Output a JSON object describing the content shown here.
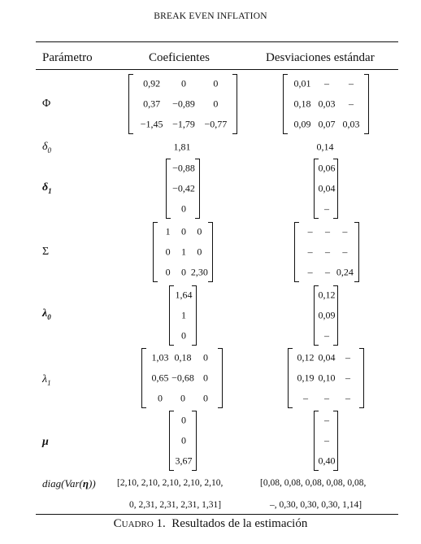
{
  "header": "BREAK EVEN INFLATION",
  "columns": {
    "param": "Parámetro",
    "coef": "Coeficientes",
    "sd": "Desviaciones estándar"
  },
  "params": {
    "phi": "Φ",
    "delta0": {
      "base": "δ",
      "sub": "0"
    },
    "delta1": {
      "base": "δ",
      "sub": "1"
    },
    "sigma": "Σ",
    "lambda0": {
      "base": "λ",
      "sub": "0"
    },
    "lambda1": {
      "base": "λ",
      "sub": "1"
    },
    "mu": "μ",
    "diag": {
      "pre": "diag(",
      "mid": "Var(",
      "sym": "η",
      "post": "))"
    }
  },
  "rows": {
    "phi": {
      "coef": [
        [
          "0,92",
          "0",
          "0"
        ],
        [
          "0,37",
          "−0,89",
          "0"
        ],
        [
          "−1,45",
          "−1,79",
          "−0,77"
        ]
      ],
      "sd": [
        [
          "0,01",
          "–",
          "–"
        ],
        [
          "0,18",
          "0,03",
          "–"
        ],
        [
          "0,09",
          "0,07",
          "0,03"
        ]
      ]
    },
    "delta0": {
      "coef": "1,81",
      "sd": "0,14"
    },
    "delta1": {
      "coef": [
        [
          "−0,88"
        ],
        [
          "−0,42"
        ],
        [
          "0"
        ]
      ],
      "sd": [
        [
          "0,06"
        ],
        [
          "0,04"
        ],
        [
          "–"
        ]
      ]
    },
    "sigma": {
      "coef": [
        [
          "1",
          "0",
          "0"
        ],
        [
          "0",
          "1",
          "0"
        ],
        [
          "0",
          "0",
          "2,30"
        ]
      ],
      "sd": [
        [
          "–",
          "–",
          "–"
        ],
        [
          "–",
          "–",
          "–"
        ],
        [
          "–",
          "–",
          "0,24"
        ]
      ]
    },
    "lambda0": {
      "coef": [
        [
          "1,64"
        ],
        [
          "1"
        ],
        [
          "0"
        ]
      ],
      "sd": [
        [
          "0,12"
        ],
        [
          "0,09"
        ],
        [
          "–"
        ]
      ]
    },
    "lambda1": {
      "coef": [
        [
          "1,03",
          "0,18",
          "0"
        ],
        [
          "0,65",
          "−0,68",
          "0"
        ],
        [
          "0",
          "0",
          "0"
        ]
      ],
      "sd": [
        [
          "0,12",
          "0,04",
          "–"
        ],
        [
          "0,19",
          "0,10",
          "–"
        ],
        [
          "–",
          "–",
          "–"
        ]
      ]
    },
    "mu": {
      "coef": [
        [
          "0"
        ],
        [
          "0"
        ],
        [
          "3,67"
        ]
      ],
      "sd": [
        [
          "–"
        ],
        [
          "–"
        ],
        [
          "0,40"
        ]
      ]
    },
    "diag": {
      "coef_line1": "[2,10,  2,10,  2,10,  2,10,  2,10,",
      "coef_line2": "0,  2,31,  2,31,  2,31,  1,31]",
      "sd_line1": "[0,08,  0,08,  0,08,  0,08,  0,08,",
      "sd_line2": "–,  0,30,  0,30,  0,30,  1,14]"
    }
  },
  "caption": {
    "label": "Cuadro 1.",
    "text": "Resultados de la estimación"
  }
}
